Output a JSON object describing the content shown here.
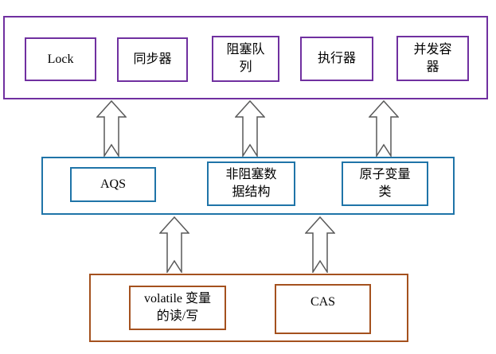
{
  "diagram": {
    "title": "concurrency-architecture-diagram",
    "colors": {
      "top_layer_border": "#7030A0",
      "middle_layer_border": "#1F74A8",
      "bottom_layer_border": "#A4511E",
      "arrow_outline": "#595959",
      "text": "#000000",
      "background": "#FFFFFF"
    },
    "layers": {
      "top": {
        "items": [
          {
            "label": "Lock"
          },
          {
            "label": "同步器"
          },
          {
            "label": "阻塞队\n列"
          },
          {
            "label": "执行器"
          },
          {
            "label": "并发容\n器"
          }
        ]
      },
      "middle": {
        "items": [
          {
            "label": "AQS"
          },
          {
            "label": "非阻塞数\n据结构"
          },
          {
            "label": "原子变量\n类"
          }
        ]
      },
      "bottom": {
        "items": [
          {
            "label": "volatile 变量\n的读/写"
          },
          {
            "label": "CAS"
          }
        ]
      }
    }
  }
}
